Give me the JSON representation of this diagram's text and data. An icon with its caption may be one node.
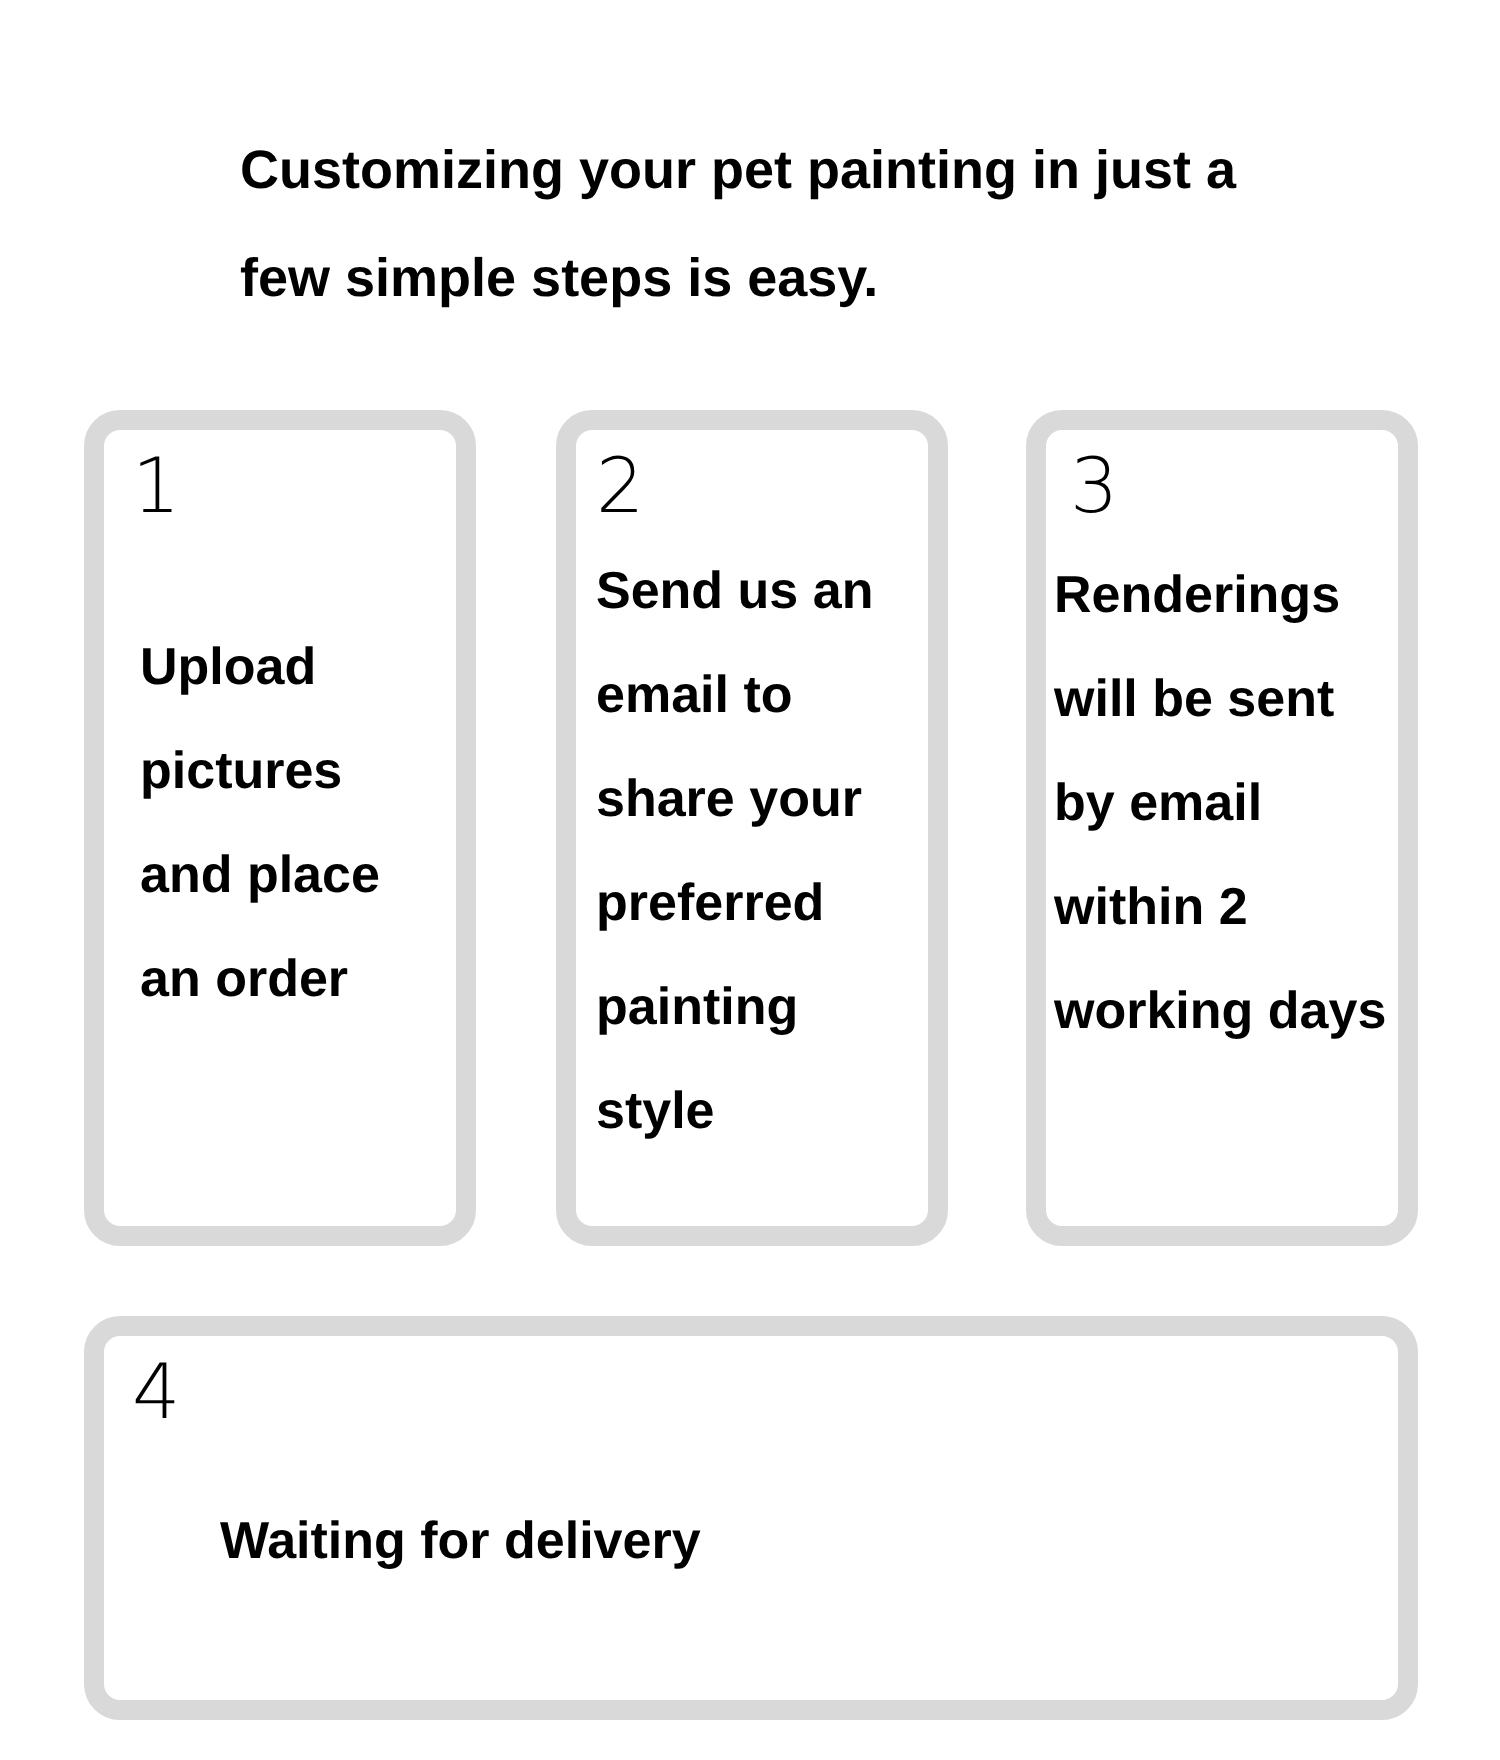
{
  "diagram": {
    "title": "Customizing your pet painting in just a few simple steps is easy.",
    "nodes": [
      {
        "text": [
          "1",
          "Upload pictures and place an order"
        ]
      },
      {
        "text": [
          "2",
          "Send us an email to share your preferred painting style"
        ]
      },
      {
        "text": [
          "3",
          "Renderings will be sent by email within 2 working days"
        ]
      },
      {
        "text": [
          "4",
          "Waiting for delivery"
        ]
      }
    ]
  }
}
